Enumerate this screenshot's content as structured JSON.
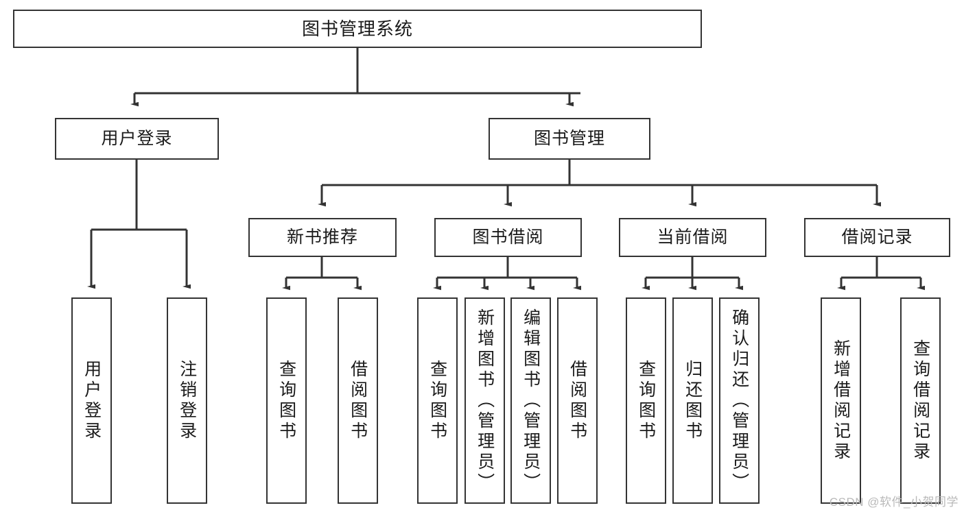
{
  "diagram": {
    "title": "图书管理系统",
    "type": "tree",
    "colors": {
      "stroke": "#333333",
      "fill": "#ffffff",
      "text": "#1a1a1a",
      "watermark": "#b9b9b9"
    },
    "levels": {
      "root": "图书管理系统",
      "level1": [
        "用户登录",
        "图书管理"
      ],
      "level2": [
        "新书推荐",
        "图书借阅",
        "当前借阅",
        "借阅记录"
      ]
    },
    "nodes": {
      "root": {
        "label": "图书管理系统"
      },
      "user_login": {
        "label": "用户登录"
      },
      "book_manage": {
        "label": "图书管理"
      },
      "new_book_rec": {
        "label": "新书推荐"
      },
      "book_borrow": {
        "label": "图书借阅"
      },
      "current_borrow": {
        "label": "当前借阅"
      },
      "borrow_record": {
        "label": "借阅记录"
      },
      "leaf_user_login": {
        "label": "用户登录"
      },
      "leaf_user_logout": {
        "label": "注销登录"
      },
      "leaf_rec_query": {
        "label": "查询图书"
      },
      "leaf_rec_borrow": {
        "label": "借阅图书"
      },
      "leaf_borrow_query": {
        "label": "查询图书"
      },
      "leaf_borrow_add": {
        "label": "新增图书（管理员）"
      },
      "leaf_borrow_edit": {
        "label": "编辑图书（管理员）"
      },
      "leaf_borrow_lend": {
        "label": "借阅图书"
      },
      "leaf_cur_query": {
        "label": "查询图书"
      },
      "leaf_cur_return": {
        "label": "归还图书"
      },
      "leaf_cur_confirm": {
        "label": "确认归还（管理员）"
      },
      "leaf_rec_add": {
        "label": "新增借阅记录"
      },
      "leaf_rec_query2": {
        "label": "查询借阅记录"
      }
    },
    "edges": [
      {
        "from": "root",
        "to": "user_login"
      },
      {
        "from": "root",
        "to": "book_manage"
      },
      {
        "from": "user_login",
        "to": "leaf_user_login"
      },
      {
        "from": "user_login",
        "to": "leaf_user_logout"
      },
      {
        "from": "book_manage",
        "to": "new_book_rec"
      },
      {
        "from": "book_manage",
        "to": "book_borrow"
      },
      {
        "from": "book_manage",
        "to": "current_borrow"
      },
      {
        "from": "book_manage",
        "to": "borrow_record"
      },
      {
        "from": "new_book_rec",
        "to": "leaf_rec_query"
      },
      {
        "from": "new_book_rec",
        "to": "leaf_rec_borrow"
      },
      {
        "from": "book_borrow",
        "to": "leaf_borrow_query"
      },
      {
        "from": "book_borrow",
        "to": "leaf_borrow_add"
      },
      {
        "from": "book_borrow",
        "to": "leaf_borrow_edit"
      },
      {
        "from": "book_borrow",
        "to": "leaf_borrow_lend"
      },
      {
        "from": "current_borrow",
        "to": "leaf_cur_query"
      },
      {
        "from": "current_borrow",
        "to": "leaf_cur_return"
      },
      {
        "from": "current_borrow",
        "to": "leaf_cur_confirm"
      },
      {
        "from": "borrow_record",
        "to": "leaf_rec_add"
      },
      {
        "from": "borrow_record",
        "to": "leaf_rec_query2"
      }
    ],
    "watermark": "CSDN @软件_小贺同学"
  }
}
